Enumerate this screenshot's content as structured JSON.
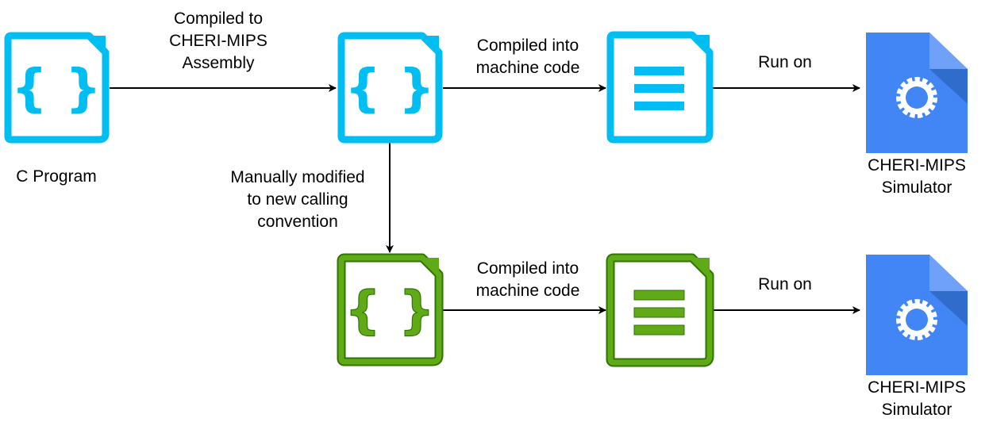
{
  "colors": {
    "blue_file": "#00bef2",
    "green_file": "#60a917",
    "green_file_dark": "#2d7600",
    "simulator_blue": "#4285f4",
    "simulator_fold": "#6ea1f7",
    "simulator_fold_shadow": "#2f6ccc",
    "arrow": "#000000",
    "text": "#000000"
  },
  "nodes": {
    "c_program": {
      "icon": "code-file-icon",
      "label": "C Program"
    },
    "assembly_file": {
      "icon": "code-file-icon"
    },
    "machine_code_top": {
      "icon": "document-lines-icon"
    },
    "simulator_top": {
      "icon": "gear-file-icon",
      "label_line1": "CHERI-MIPS",
      "label_line2": "Simulator"
    },
    "modified_assembly_file": {
      "icon": "code-file-icon"
    },
    "machine_code_bottom": {
      "icon": "document-lines-icon"
    },
    "simulator_bottom": {
      "icon": "gear-file-icon",
      "label_line1": "CHERI-MIPS",
      "label_line2": "Simulator"
    }
  },
  "edges": {
    "compile_to_assembly": {
      "line1": "Compiled to",
      "line2": "CHERI-MIPS",
      "line3": "Assembly"
    },
    "compile_to_machine_top": {
      "line1": "Compiled into",
      "line2": "machine code"
    },
    "run_on_top": {
      "label": "Run on"
    },
    "manual_modification": {
      "line1": "Manually modified",
      "line2": "to new calling",
      "line3": "convention"
    },
    "compile_to_machine_bottom": {
      "line1": "Compiled into",
      "line2": "machine code"
    },
    "run_on_bottom": {
      "label": "Run on"
    }
  }
}
